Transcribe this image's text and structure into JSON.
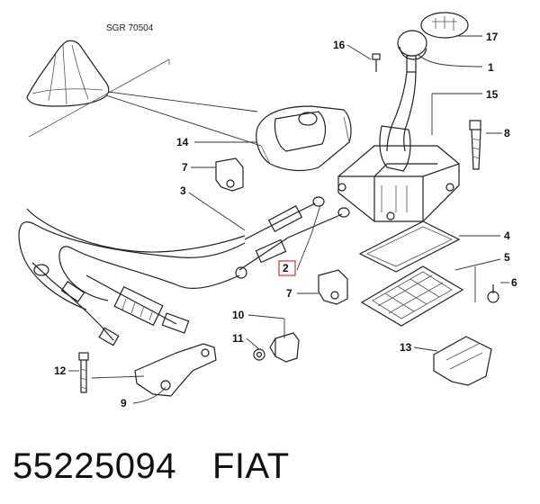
{
  "diagram": {
    "reference_code": "SGR 70504",
    "callouts": [
      {
        "id": "16",
        "label": "16"
      },
      {
        "id": "17",
        "label": "17"
      },
      {
        "id": "1",
        "label": "1"
      },
      {
        "id": "15",
        "label": "15"
      },
      {
        "id": "14",
        "label": "14"
      },
      {
        "id": "8",
        "label": "8"
      },
      {
        "id": "7a",
        "label": "7"
      },
      {
        "id": "3",
        "label": "3"
      },
      {
        "id": "4",
        "label": "4"
      },
      {
        "id": "5",
        "label": "5"
      },
      {
        "id": "2",
        "label": "2",
        "highlight_color": "#d33333"
      },
      {
        "id": "6",
        "label": "6"
      },
      {
        "id": "7b",
        "label": "7"
      },
      {
        "id": "10",
        "label": "10"
      },
      {
        "id": "11",
        "label": "11"
      },
      {
        "id": "13",
        "label": "13"
      },
      {
        "id": "12",
        "label": "12"
      },
      {
        "id": "9",
        "label": "9"
      }
    ]
  },
  "footer": {
    "part_number": "55225094",
    "brand": "FIAT"
  }
}
